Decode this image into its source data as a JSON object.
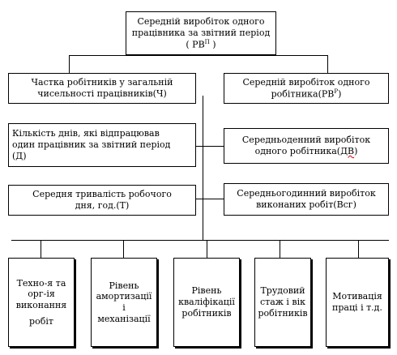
{
  "top_box": {
    "line1": "Середній виробіток одного",
    "line2": "працівника за звітний період",
    "line3_prefix": "( РВ",
    "line3_sup": "П",
    "line3_suffix": " )"
  },
  "left_column": [
    {
      "lines": [
        "Частка робітників у загальній",
        "чисельності працівників(Ч)"
      ]
    },
    {
      "lines": [
        "Кількість  днів,  які відпрацював",
        "один працівник за звітний період",
        "(Д)"
      ]
    },
    {
      "lines": [
        "Середня тривалість робочого",
        "дня, год.(Т)"
      ]
    }
  ],
  "right_column": [
    {
      "line1": "Середній виробіток одного",
      "line2_prefix": "робітника(РВ",
      "line2_sup": "Р",
      "line2_suffix": ")"
    },
    {
      "line1": "Середньоденний виробіток",
      "line2_prefix": "одного робітника(",
      "line2_wavy": "ДВ",
      "line2_suffix": ")"
    },
    {
      "line1": "Середньогодинний виробіток",
      "line2_prefix": "виконаних робіт(Всг)"
    }
  ],
  "bottom_boxes": [
    {
      "lines": [
        "Техно-я та",
        "орг-ія",
        "виконання",
        "робіт"
      ]
    },
    {
      "lines": [
        "Рівень",
        "амортизації",
        "і",
        "механізації"
      ]
    },
    {
      "lines": [
        "Рівень",
        "кваліфікації",
        "робітників"
      ]
    },
    {
      "lines": [
        "Трудовий",
        "стаж  і  вік",
        "робітників"
      ]
    },
    {
      "lines": [
        "Мотивація",
        "праці і т.д."
      ]
    }
  ]
}
